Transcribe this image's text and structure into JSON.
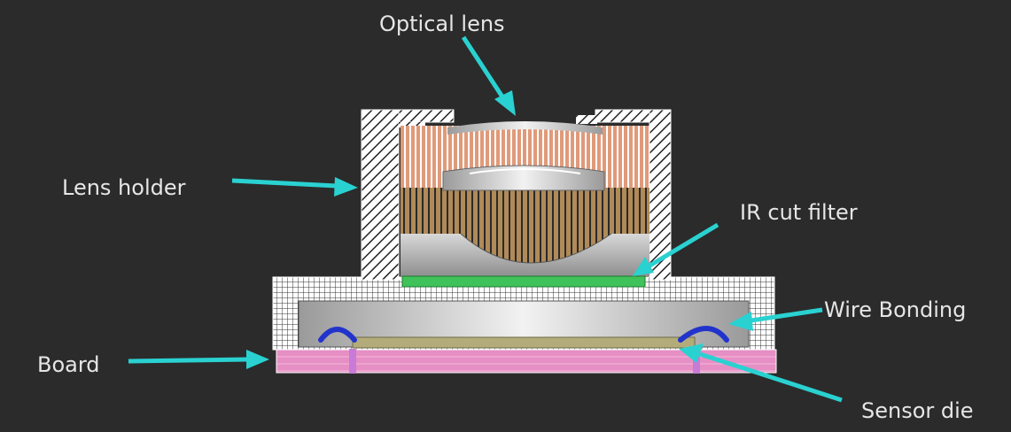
{
  "labels": {
    "optical_lens": "Optical lens",
    "lens_holder": "Lens holder",
    "ir_cut_filter": "IR cut filter",
    "wire_bonding": "Wire Bonding",
    "board": "Board",
    "sensor_die": "Sensor die"
  },
  "colors": {
    "background": "#2b2b2b",
    "arrow": "#2ad1d1",
    "lens_top": "#e09a7a",
    "lens_middle": "#b08a58",
    "ir_filter": "#3fc25a",
    "wire": "#2233cc",
    "sensor_die": "#b3ac7a",
    "board": "#e68fc4"
  }
}
